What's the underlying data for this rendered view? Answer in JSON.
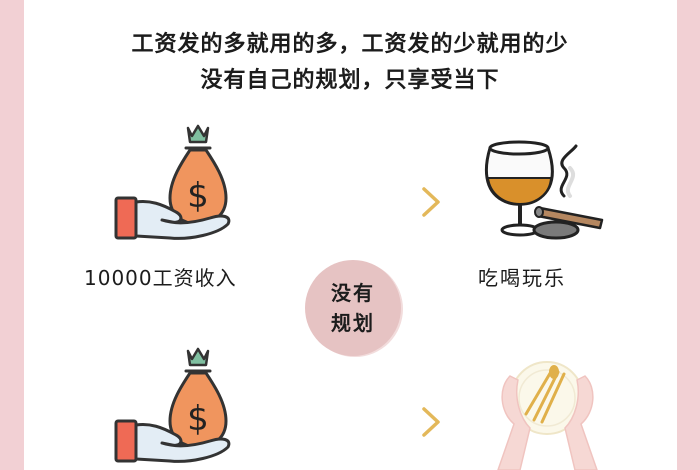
{
  "headline": {
    "line1": "工资发的多就用的多，工资发的少就用的少",
    "line2": "没有自己的规划，只享受当下"
  },
  "flow": {
    "row1": {
      "source_label": "10000工资收入",
      "source_icon": "money-bag-in-hand-icon",
      "target_label": "吃喝玩乐",
      "target_icon": "brandy-and-cigar-icon"
    },
    "row2": {
      "source_icon": "money-bag-in-hand-icon",
      "target_icon": "empty-plate-chopsticks-icon"
    },
    "center_badge": {
      "line1": "没有",
      "line2": "规划"
    }
  },
  "colors": {
    "frame_pink": "#f2d0d4",
    "badge_pink": "#e6c3c3",
    "arrow_gold": "#e3b85a",
    "bag_orange": "#f0955e",
    "sleeve_red": "#ef6a55",
    "hand_blue": "#e3edf5"
  }
}
